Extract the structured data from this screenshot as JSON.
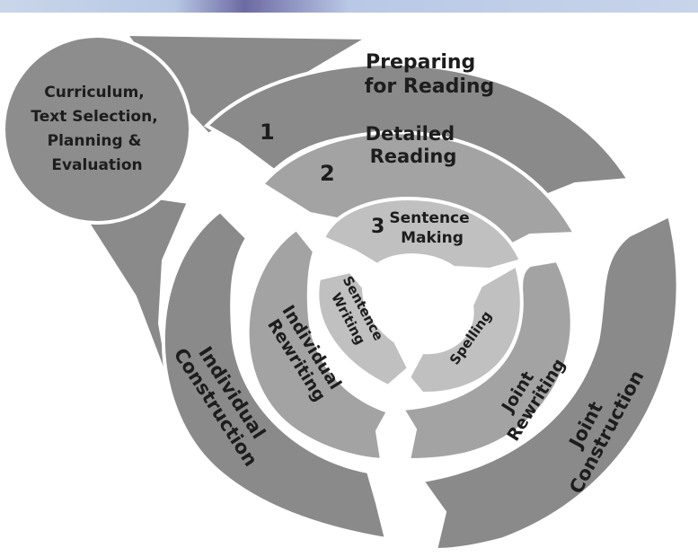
{
  "diagram": {
    "hub": {
      "lines": [
        "Curriculum,",
        "Text Selection,",
        "Planning &",
        "Evaluation"
      ]
    },
    "stages": {
      "preparing": {
        "number": "1",
        "lines": [
          "Preparing",
          "for Reading"
        ]
      },
      "detailed": {
        "number": "2",
        "lines": [
          "Detailed",
          "Reading"
        ]
      },
      "sentence_making": {
        "number": "3",
        "lines": [
          "Sentence",
          "Making"
        ]
      },
      "sentence_writing": {
        "lines": [
          "Sentence",
          "Writing"
        ]
      },
      "spelling": {
        "label": "Spelling"
      },
      "individual_rewriting": {
        "lines": [
          "Individual",
          "Rewriting"
        ]
      },
      "joint_rewriting": {
        "lines": [
          "Joint",
          "Rewriting"
        ]
      },
      "individual_construction": {
        "lines": [
          "Individual",
          "Construction"
        ]
      },
      "joint_construction": {
        "lines": [
          "Joint",
          "Construction"
        ]
      }
    },
    "colors": {
      "hub": "#8d8d8d",
      "outer_ring": "#8a8a8a",
      "middle_ring": "#a3a3a3",
      "inner_ring": "#c0c0c0",
      "outline": "#ffffff",
      "text": "#1d1d1d"
    }
  }
}
